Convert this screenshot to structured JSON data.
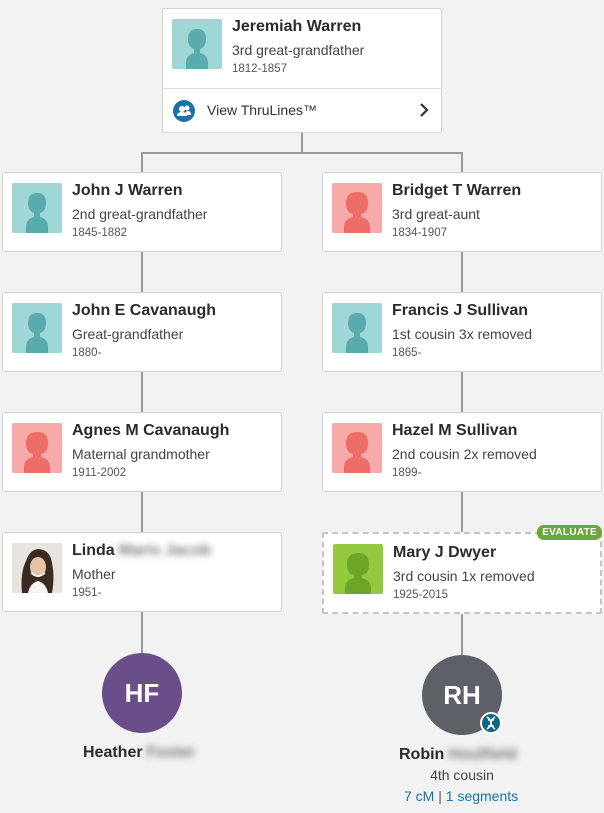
{
  "top": {
    "name": "Jeremiah Warren",
    "relationship": "3rd great-grandfather",
    "years": "1812-1857",
    "thrulines_label": "View ThruLines™"
  },
  "left": [
    {
      "name": "John J Warren",
      "relationship": "2nd great-grandfather",
      "years": "1845-1882",
      "gender": "male"
    },
    {
      "name": "John E Cavanaugh",
      "relationship": "Great-grandfather",
      "years": "1880-",
      "gender": "male"
    },
    {
      "name": "Agnes M Cavanaugh",
      "relationship": "Maternal grandmother",
      "years": "1911-2002",
      "gender": "female"
    },
    {
      "name": "Linda",
      "name_blurred": "Maris Jacob",
      "relationship": "Mother",
      "years": "1951-",
      "gender": "photo"
    }
  ],
  "right": [
    {
      "name": "Bridget T Warren",
      "relationship": "3rd great-aunt",
      "years": "1834-1907",
      "gender": "female"
    },
    {
      "name": "Francis J Sullivan",
      "relationship": "1st cousin 3x removed",
      "years": "1865-",
      "gender": "male"
    },
    {
      "name": "Hazel M Sullivan",
      "relationship": "2nd cousin 2x removed",
      "years": "1899-",
      "gender": "female"
    },
    {
      "name": "Mary J Dwyer",
      "relationship": "3rd cousin 1x removed",
      "years": "1925-2015",
      "gender": "evaluate",
      "badge": "EVALUATE"
    }
  ],
  "self": {
    "initials": "HF",
    "first_name": "Heather",
    "last_name_blurred": "Foster",
    "color": "#6a4e8a"
  },
  "match": {
    "initials": "RH",
    "first_name": "Robin",
    "last_name_blurred": "Houlfield",
    "relationship": "4th cousin",
    "cm": "7 cM",
    "separator": "|",
    "segments": "1 segments",
    "color": "#5e6068"
  },
  "colors": {
    "male_avatar": "#9fd6d6",
    "female_avatar": "#f7aaa8",
    "evaluate_avatar": "#94c93d",
    "link": "#1a72a6",
    "badge": "#6aa83a"
  }
}
